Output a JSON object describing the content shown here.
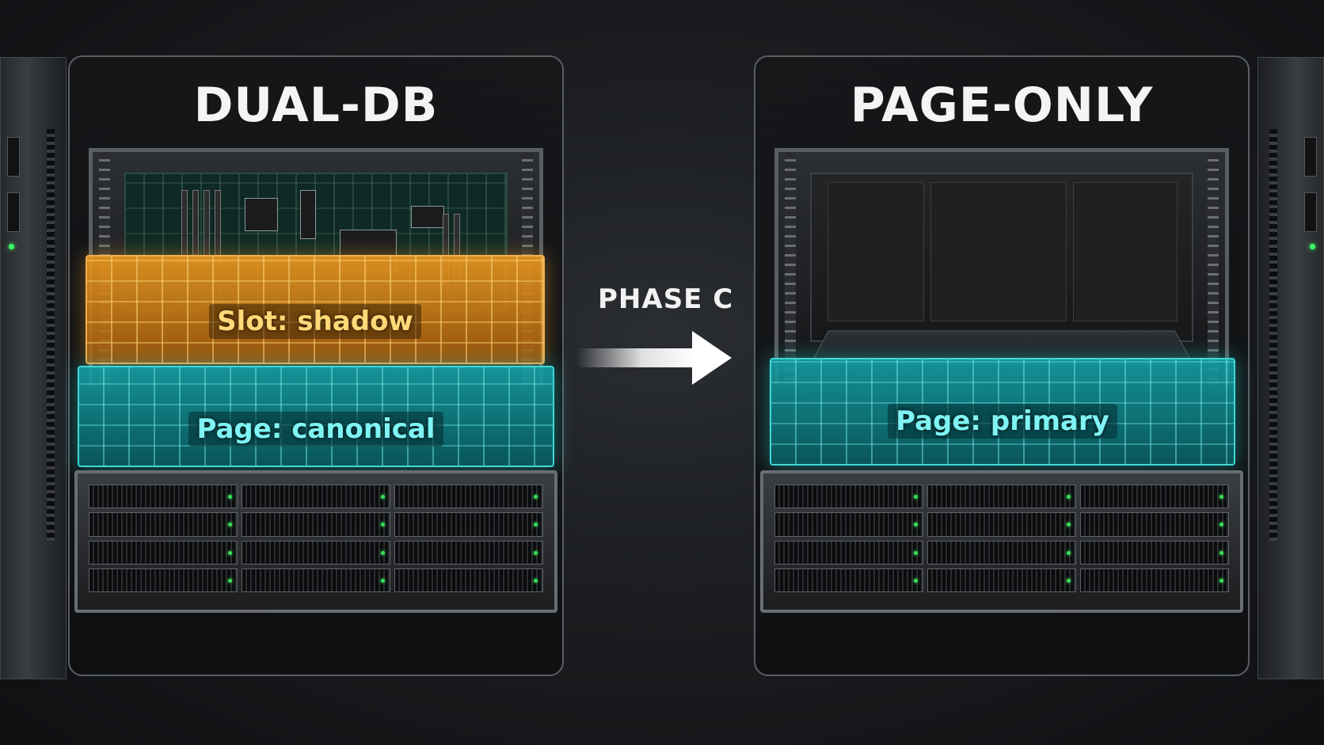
{
  "left_panel": {
    "title": "DUAL-DB",
    "upper_layer_label": "Slot: shadow",
    "lower_layer_label": "Page: canonical"
  },
  "transition": {
    "label": "PHASE C"
  },
  "right_panel": {
    "title": "PAGE-ONLY",
    "layer_label": "Page: primary"
  },
  "colors": {
    "slot_layer": "#e8961e",
    "page_layer": "#14a0a5",
    "background": "#1b1d20"
  }
}
